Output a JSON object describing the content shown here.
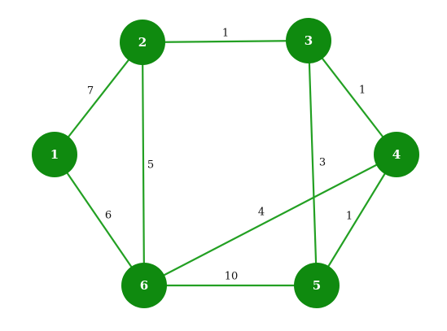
{
  "colors": {
    "node": "#0f8a0f",
    "edge": "#23a023",
    "node_text": "#ffffff",
    "weight_text": "#111111"
  },
  "nodes": [
    {
      "id": "1",
      "label": "1"
    },
    {
      "id": "2",
      "label": "2"
    },
    {
      "id": "3",
      "label": "3"
    },
    {
      "id": "4",
      "label": "4"
    },
    {
      "id": "5",
      "label": "5"
    },
    {
      "id": "6",
      "label": "6"
    }
  ],
  "edges": [
    {
      "from": "1",
      "to": "2",
      "weight": "7"
    },
    {
      "from": "2",
      "to": "3",
      "weight": "1"
    },
    {
      "from": "3",
      "to": "4",
      "weight": "1"
    },
    {
      "from": "1",
      "to": "6",
      "weight": "6"
    },
    {
      "from": "2",
      "to": "6",
      "weight": "5"
    },
    {
      "from": "3",
      "to": "5",
      "weight": "3"
    },
    {
      "from": "4",
      "to": "6",
      "weight": "4"
    },
    {
      "from": "4",
      "to": "5",
      "weight": "1"
    },
    {
      "from": "6",
      "to": "5",
      "weight": "10"
    }
  ]
}
